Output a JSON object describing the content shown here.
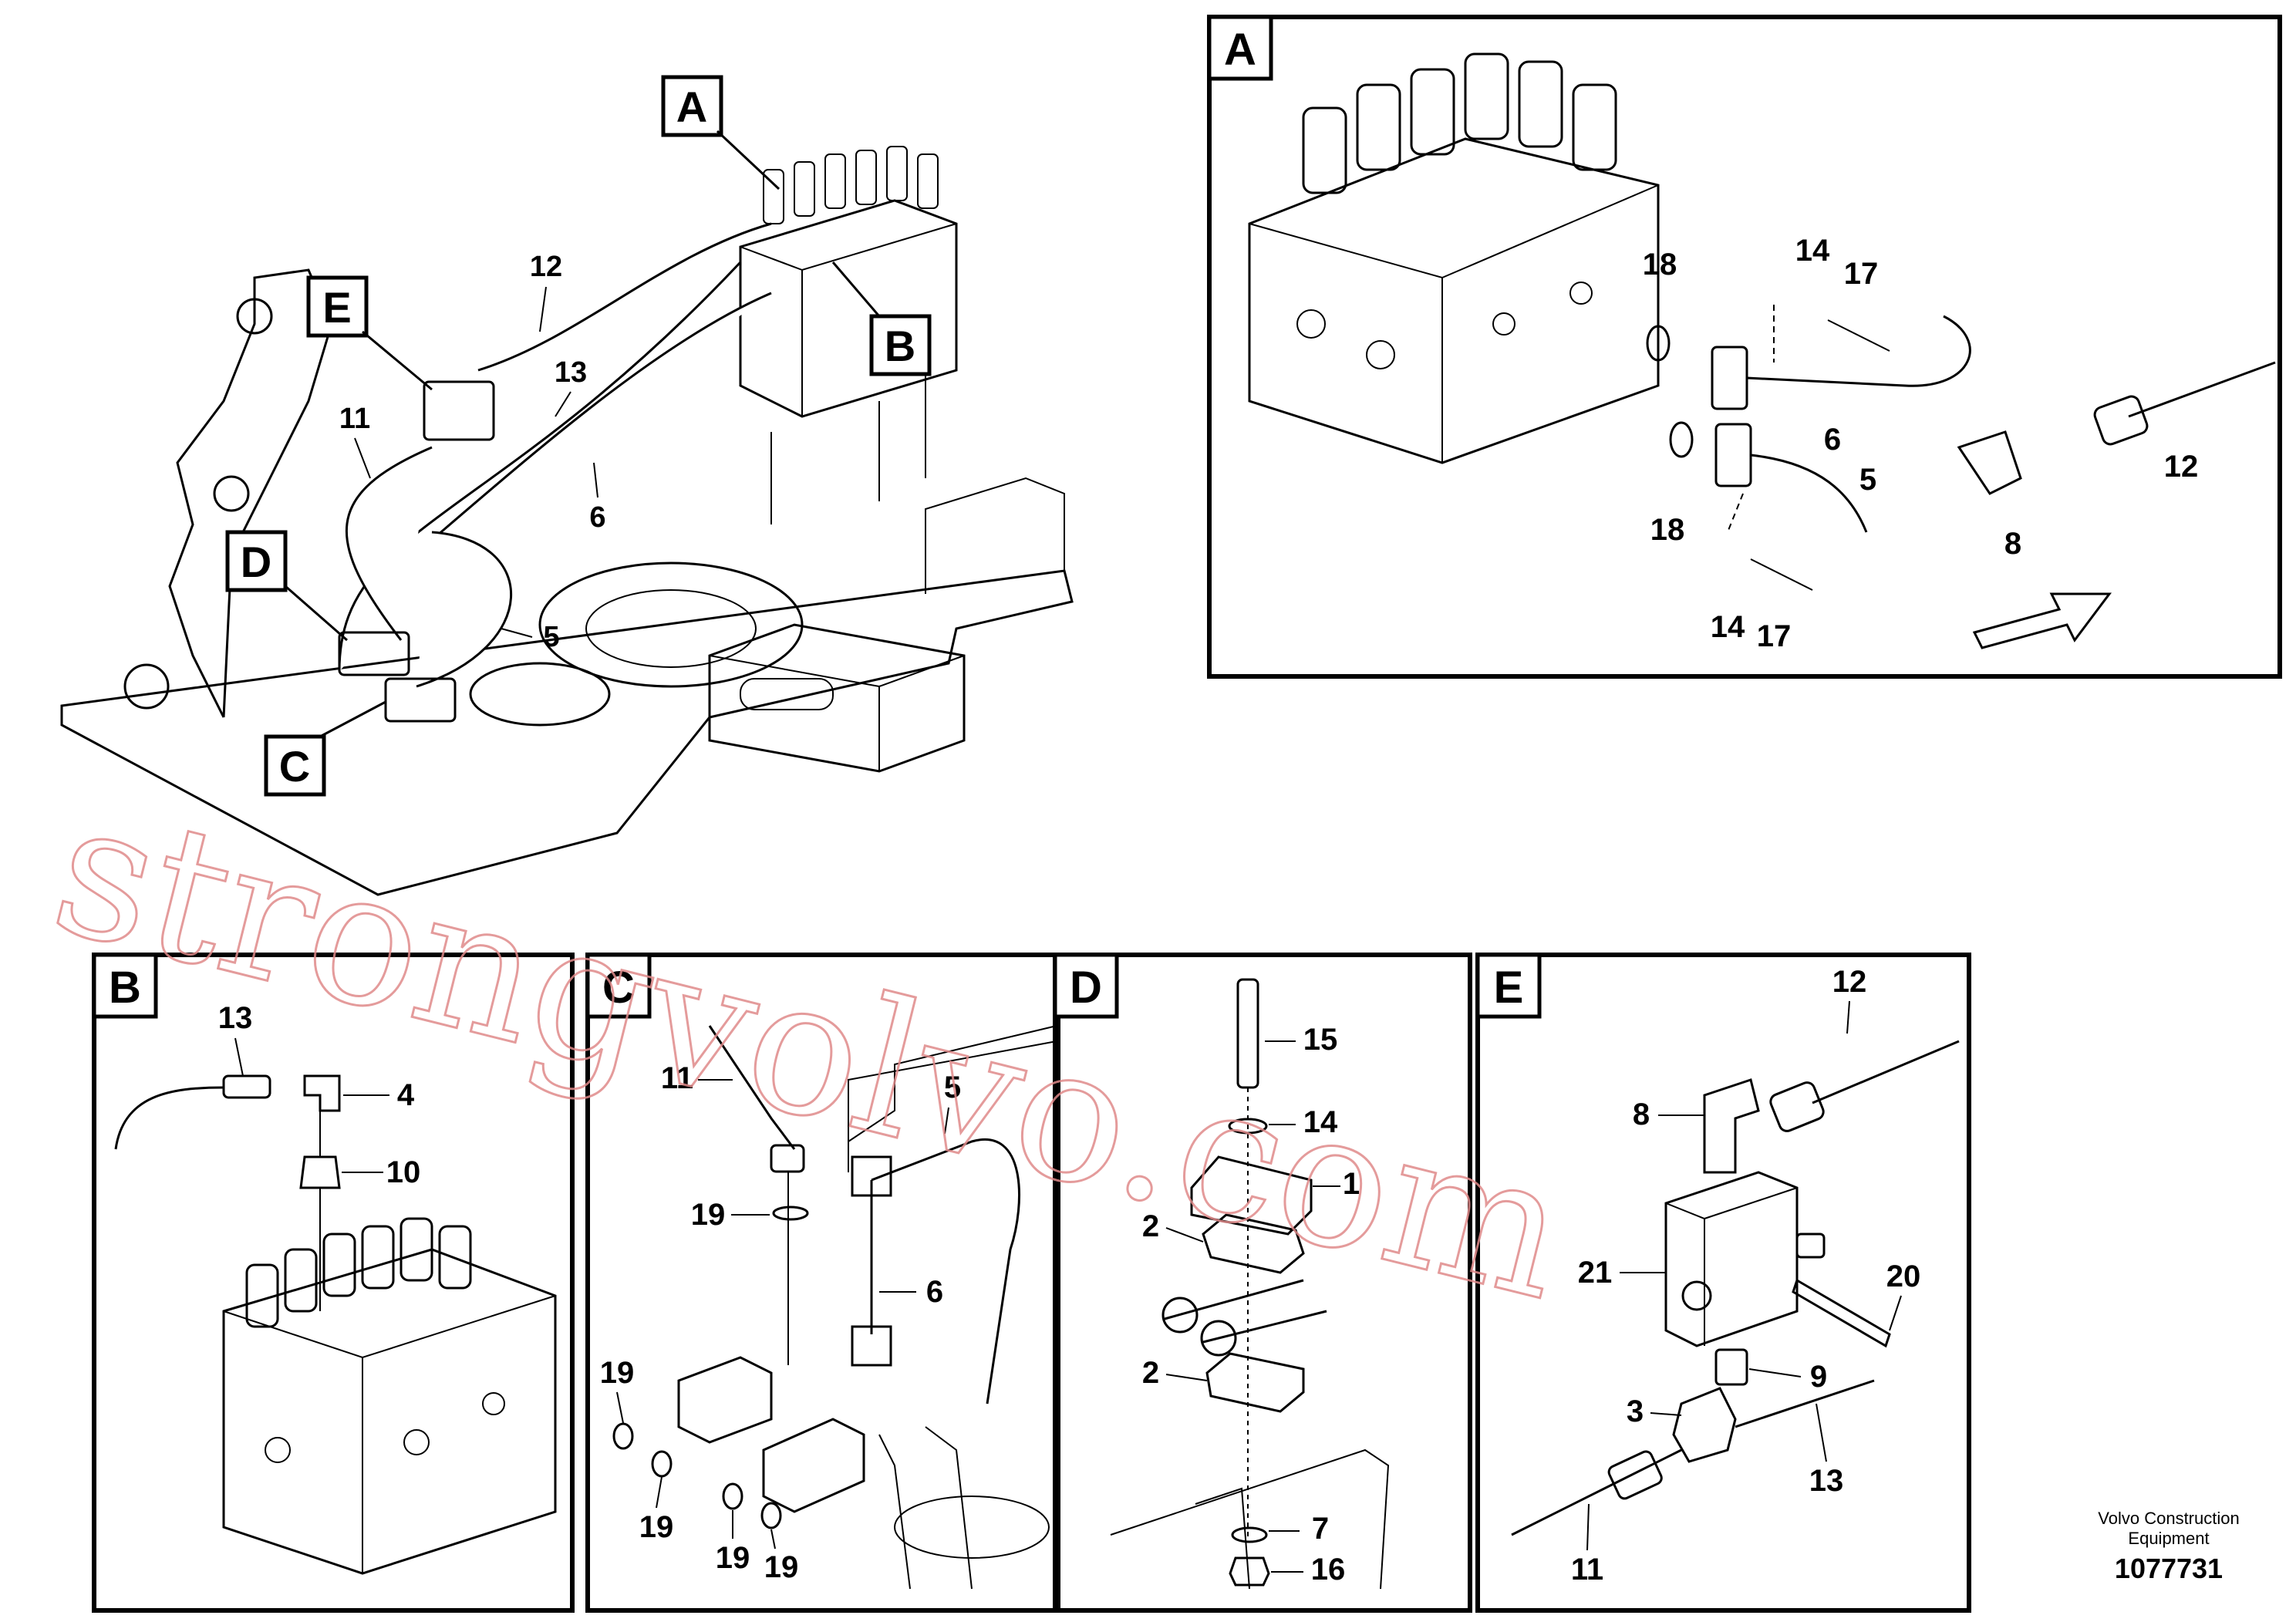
{
  "main_view": {
    "callouts": [
      "A",
      "B",
      "C",
      "D",
      "E"
    ],
    "part_numbers": [
      "12",
      "13",
      "11",
      "6",
      "5"
    ]
  },
  "panel_a": {
    "letter": "A",
    "part_numbers": [
      "18",
      "14",
      "17",
      "6",
      "5",
      "12",
      "8",
      "18",
      "14",
      "17"
    ]
  },
  "panel_b": {
    "letter": "B",
    "part_numbers": [
      "13",
      "4",
      "10"
    ]
  },
  "panel_c": {
    "letter": "C",
    "part_numbers": [
      "11",
      "5",
      "19",
      "6",
      "19",
      "19",
      "19",
      "19"
    ]
  },
  "panel_d": {
    "letter": "D",
    "part_numbers": [
      "15",
      "14",
      "1",
      "2",
      "2",
      "7",
      "16"
    ]
  },
  "panel_e": {
    "letter": "E",
    "part_numbers": [
      "12",
      "8",
      "21",
      "20",
      "9",
      "3",
      "13",
      "11"
    ]
  },
  "watermark": "strongvolvo.com",
  "footer": {
    "publisher_line1": "Volvo Construction",
    "publisher_line2": "Equipment",
    "figure_number": "1077731"
  }
}
